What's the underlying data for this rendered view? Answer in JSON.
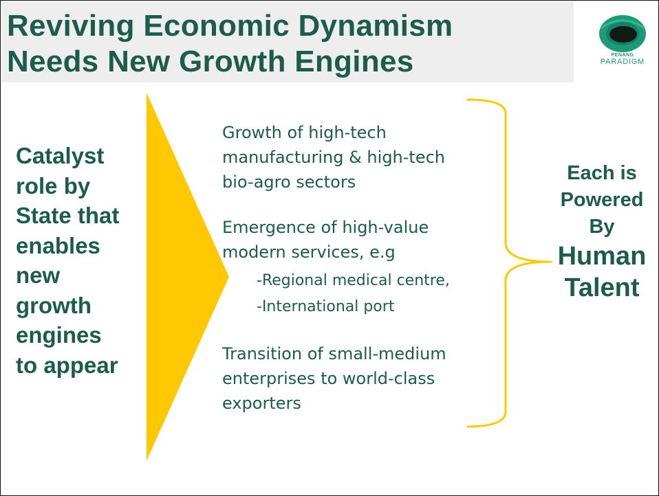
{
  "title": {
    "line1": "Reviving Economic Dynamism",
    "line2": "Needs New Growth Engines"
  },
  "logo": {
    "line1": "PENANG",
    "line2": "PARADIGM"
  },
  "left_block": {
    "lines": [
      "Catalyst",
      "role by",
      "State that",
      "enables",
      "new",
      "growth",
      "engines",
      "to appear"
    ]
  },
  "engines": {
    "item1": [
      "Growth of high-tech",
      "manufacturing & high-tech",
      "bio-agro sectors"
    ],
    "item2": [
      "Emergence of high-value",
      "modern services, e.g"
    ],
    "item2_subs": [
      "-Regional medical centre,",
      "-International port"
    ],
    "item3": [
      "Transition of small-medium",
      "enterprises to world-class",
      "exporters"
    ]
  },
  "right_block": {
    "lines_small": [
      "Each is",
      "Powered",
      "By"
    ],
    "lines_big": [
      "Human",
      "Talent"
    ]
  },
  "colors": {
    "title_green": "#1d5c4a",
    "accent_yellow": "#ffc800",
    "logo_green": "#1e9a78"
  }
}
